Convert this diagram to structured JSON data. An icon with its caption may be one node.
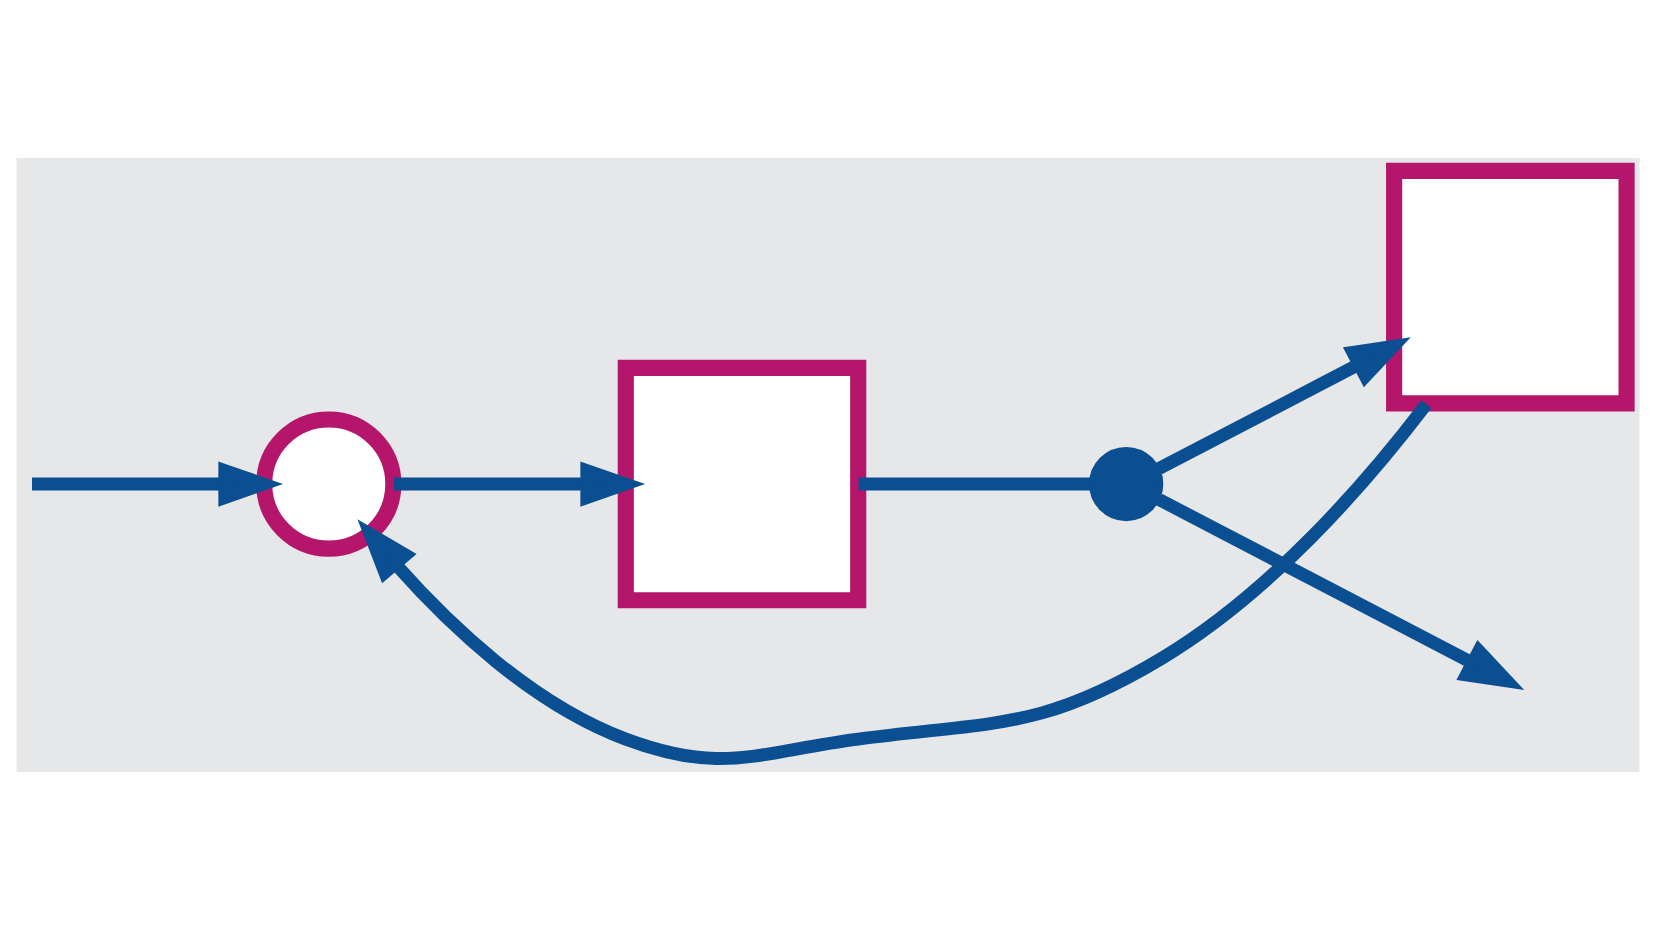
{
  "diagram": {
    "nodes": [
      {
        "text": [],
        "shape": "circle"
      },
      {
        "text": [],
        "shape": "box"
      },
      {
        "text": [],
        "shape": "circle"
      },
      {
        "text": [],
        "shape": "box"
      }
    ],
    "edges": [
      {
        "from": null,
        "to": 0,
        "arrow": "to"
      },
      {
        "from": 0,
        "to": 1,
        "arrow": "to"
      },
      {
        "from": 1,
        "to": 2,
        "arrow": "none"
      },
      {
        "from": 2,
        "to": null,
        "arrow": "to"
      },
      {
        "from": 2,
        "to": 3,
        "arrow": "to"
      },
      {
        "from": 3,
        "to": 0,
        "arrow": "to"
      }
    ]
  }
}
